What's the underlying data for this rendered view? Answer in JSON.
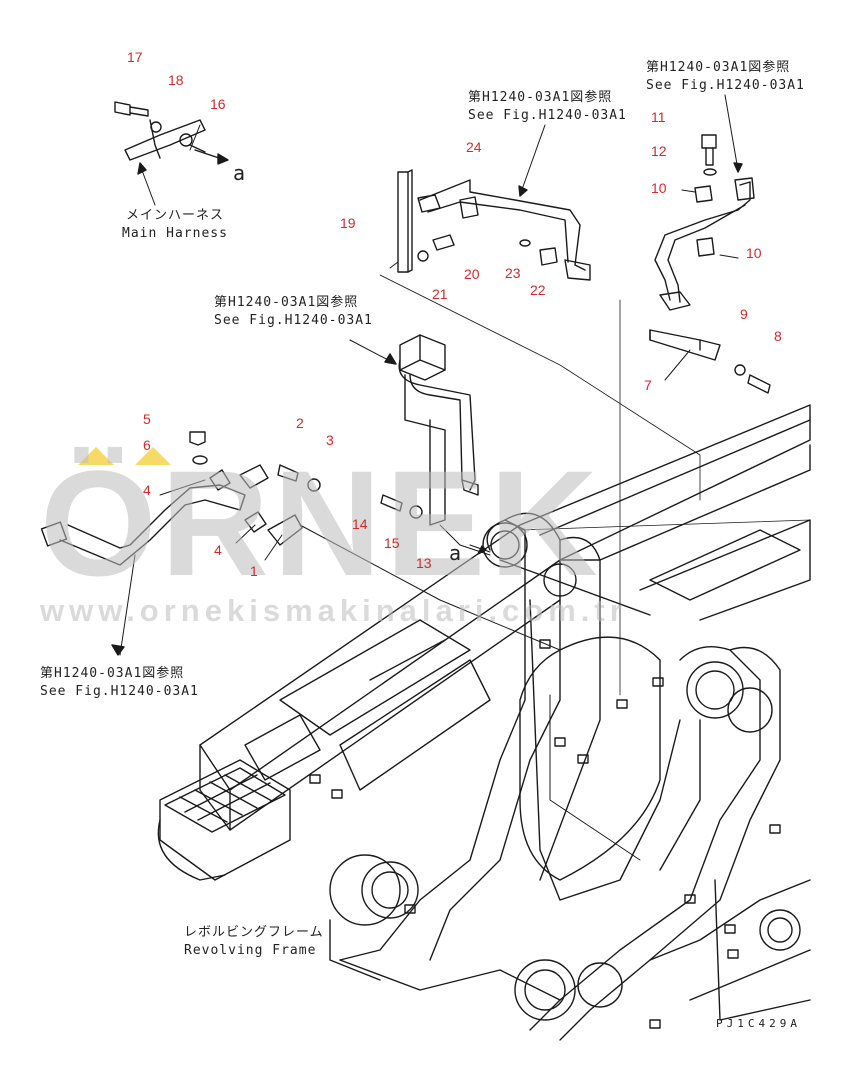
{
  "watermark": {
    "brand": "ÖRNEK",
    "url": "www.ornekismakinalari.com.tr"
  },
  "refs": {
    "fig_jp": "第H1240-03A1図参照",
    "fig_en": "See Fig.H1240-03A1"
  },
  "labels": {
    "main_harness_jp": "メインハーネス",
    "main_harness_en": "Main Harness",
    "revolving_frame_jp": "レボルビングフレーム",
    "revolving_frame_en": "Revolving Frame",
    "view_a": "a",
    "drawing_code": "PJ1C429A"
  },
  "callouts": [
    "1",
    "2",
    "3",
    "4",
    "4",
    "5",
    "6",
    "7",
    "8",
    "9",
    "10",
    "10",
    "11",
    "12",
    "13",
    "14",
    "15",
    "16",
    "17",
    "18",
    "19",
    "20",
    "21",
    "22",
    "23",
    "24"
  ]
}
